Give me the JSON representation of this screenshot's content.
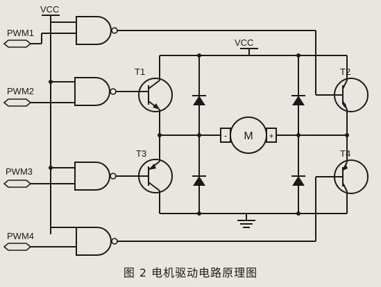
{
  "labels": {
    "vcc_top": "VCC",
    "vcc_bridge": "VCC",
    "pwm1": "PWM1",
    "pwm2": "PWM2",
    "pwm3": "PWM3",
    "pwm4": "PWM4",
    "t1": "T1",
    "t2": "T2",
    "t3": "T3",
    "t4": "T4",
    "motor": "M",
    "motor_minus": "-",
    "motor_plus": "+"
  },
  "caption": "图 2  电机驱动电路原理图"
}
